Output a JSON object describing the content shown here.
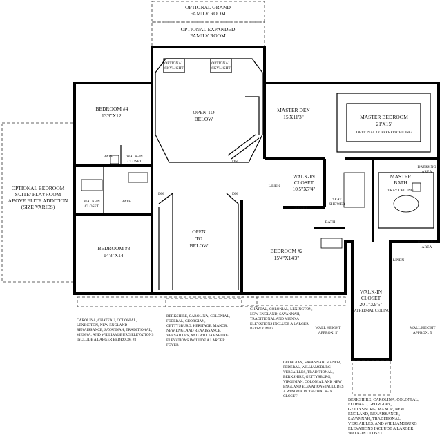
{
  "plan": {
    "optional_rooms": {
      "grand_family_room": [
        "OPTIONAL GRAND",
        "FAMILY ROOM"
      ],
      "expanded_family_room": [
        "OPTIONAL EXPANDED",
        "FAMILY ROOM"
      ],
      "bedroom_suite": [
        "OPTIONAL BEDROOM",
        "SUITE/ PLAYROOM",
        "ABOVE ELITE ADDITION",
        "(SIZE VARIES)"
      ],
      "skylight": [
        "OPTIONAL",
        "SKYLIGHT"
      ]
    },
    "rooms": {
      "bedroom4": {
        "name": "BEDROOM #4",
        "size": "13'9\"X12'"
      },
      "open_to_below_top": [
        "OPEN TO",
        "BELOW"
      ],
      "open_to_below_bottom": [
        "OPEN",
        "TO",
        "BELOW"
      ],
      "master_den": {
        "name": "MASTER DEN",
        "size": "15'X11'3\""
      },
      "master_bedroom": {
        "name": "MASTER BEDROOM",
        "size": "21'X15'",
        "note": "OPTIONAL COFFERED CEILING"
      },
      "walk_in_closet_master": {
        "name": [
          "WALK-IN",
          "CLOSET"
        ],
        "size": "10'5\"X7'4\""
      },
      "master_bath": {
        "name": [
          "MASTER",
          "BATH"
        ],
        "note": "TRAY CEILING"
      },
      "bedroom3": {
        "name": "BEDROOM #3",
        "size": "14'3\"X14'"
      },
      "bedroom2": {
        "name": "BEDROOM #2",
        "size": "15'4\"X14'3\""
      },
      "walk_in_closet_large": {
        "name": [
          "WALK-IN",
          "CLOSET"
        ],
        "size": "20'1\"X9'5\"",
        "note": "CATHEDRAL CEILING"
      }
    },
    "small_labels": {
      "bath": "BATH",
      "walk_in_closet": [
        "WALK-IN",
        "CLOSET"
      ],
      "linen": "LINEN",
      "closet": "CLOSET",
      "seat_shower": [
        "SEAT",
        "SHOWER"
      ],
      "dressing_area": [
        "DRESSING",
        "AREA"
      ],
      "dn": "DN",
      "wall_height": [
        "WALL HEIGHT",
        "APPROX. 5'"
      ]
    },
    "notes": {
      "bedroom3_note": [
        "CAROLINA, CHATEAU, COLONIAL,",
        "LEXINGTON, NEW ENGLAND",
        "RENAISSANCE, SAVANNAH, TRADITIONAL,",
        "VIENNA, AND WILLIAMSBURG ELEVATIONS",
        "INCLUDE A LARGER BEDROOM #3"
      ],
      "foyer_note": [
        "BERKSHIRE, CAROLINA, COLONIAL,",
        "FEDERAL, GEORGIAN,",
        "GETTYSBURG, HERITAGE, MANOR,",
        "NEW ENGLAND RENAISSANCE,",
        "VERSAILLES, AND WILLIAMSBURG",
        "ELEVATIONS INCLUDE A LARGER",
        "FOYER"
      ],
      "bedroom2_note": [
        "CHATEAU, COLONIAL, LEXINGTON,",
        "NEW ENGLAND, SAVANNAH,",
        "TRADITIONAL AND VIENNA",
        "ELEVATIONS INCLUDE A LARGER",
        "BEDROOM #2"
      ],
      "window_note": [
        "GEORGIAN, SAVANNAH, MANOR,",
        "FEDERAL, WILLIAMSBURG,",
        "VERSAILLES, TRADITIONAL,",
        "BERKSHIRE, GETTYSBURG,",
        "VIRGINIAN, COLONIAL AND NEW",
        "ENGLAND ELEVATIONS INCLUDES",
        "A WINDOW IN THE WALK-IN",
        "CLOSET"
      ],
      "closet_note": [
        "BERKSHIRE, CAROLINA, COLONIAL,",
        "FEDERAL, GEORGIAN,",
        "GETTYSBURG, MANOR, NEW",
        "ENGLAND, RENAISSANCE,",
        "SAVANNAH, TRADITIONAL,",
        "VERSAILLES, AND WILLIAMSBURG",
        "ELEVATIONS INCLUDE A LARGER",
        "WALK-IN CLOSET"
      ]
    }
  }
}
